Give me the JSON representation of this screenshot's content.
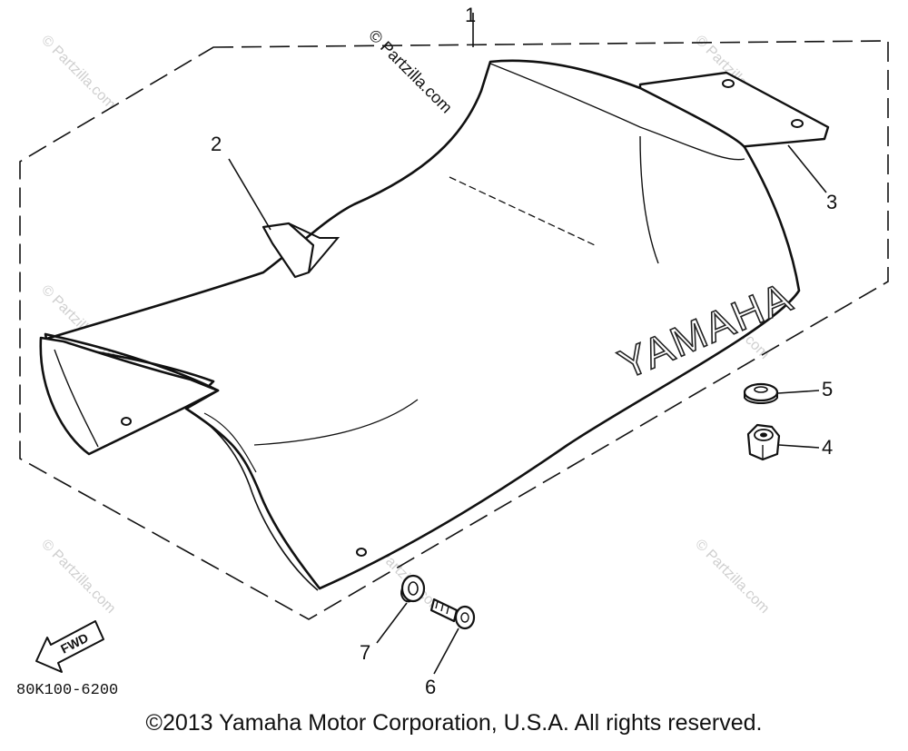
{
  "diagram": {
    "callouts": [
      "1",
      "2",
      "3",
      "4",
      "5",
      "6",
      "7"
    ],
    "brand_text": "YAMAHA",
    "fwd_label": "FWD",
    "drawing_code": "80K100-6200",
    "watermark": "© Partzilla.com"
  },
  "footer": {
    "copyright": "©2013 Yamaha Motor Corporation, U.S.A. All rights reserved."
  }
}
